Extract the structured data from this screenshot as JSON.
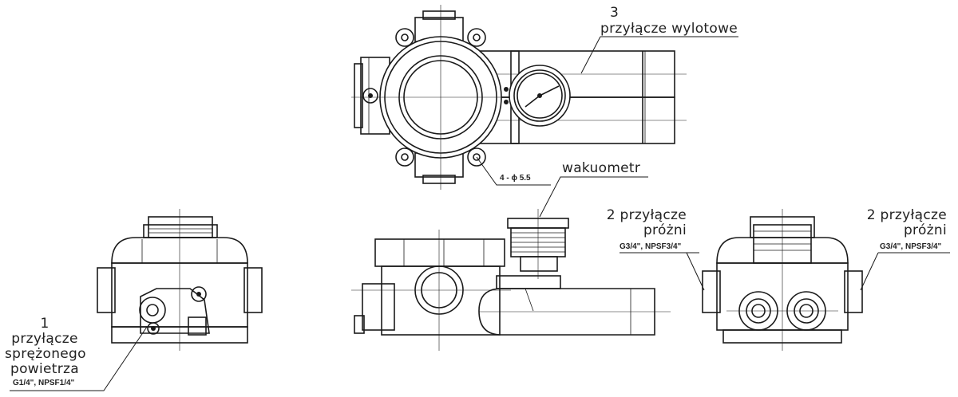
{
  "labels": {
    "outlet_number": "3",
    "outlet_text": "przyłącze wylotowe",
    "holes": "4 - ϕ 5.5",
    "vacuum_gauge": "wakuometr",
    "vacuum_left_line1": "2 przyłącze",
    "vacuum_left_line2": "próżni",
    "vacuum_left_thread": "G3/4\", NPSF3/4\"",
    "vacuum_right_line1": "2 przyłącze",
    "vacuum_right_line2": "próżni",
    "vacuum_right_thread": "G3/4\", NPSF3/4\"",
    "air_number": "1",
    "air_line1": "przyłącze",
    "air_line2": "sprężonego",
    "air_line3": "powietrza",
    "air_thread": "G1/4\", NPSF1/4\""
  }
}
